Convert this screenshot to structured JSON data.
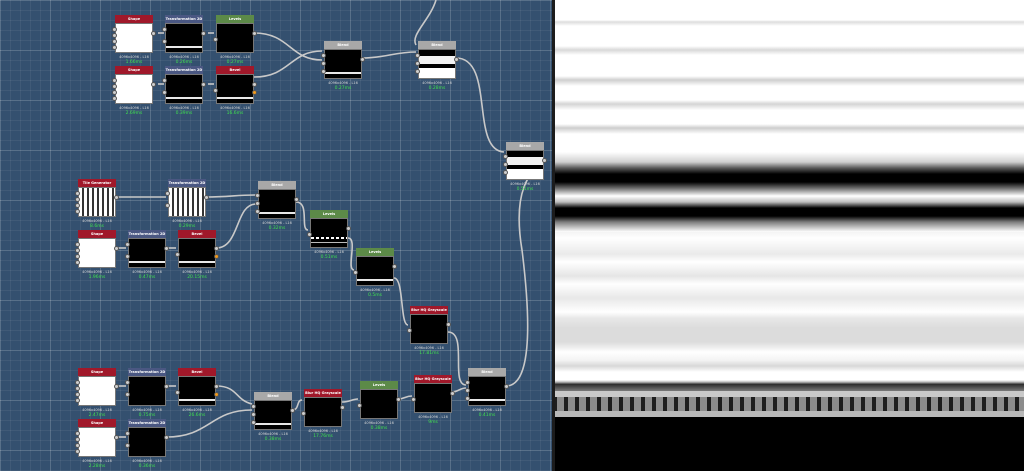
{
  "nodes": [
    {
      "id": "shape1",
      "title": "Shape",
      "res": "4096x4096 - L16",
      "time": "1.66ms",
      "color": "#a0182a",
      "thumb": "white"
    },
    {
      "id": "transform1",
      "title": "Transformation 2D",
      "res": "4096x4096 - L16",
      "time": "0.26ms",
      "color": "#4a5782",
      "thumb": "blackline"
    },
    {
      "id": "levels1",
      "title": "Levels",
      "res": "4096x4096 - L16",
      "time": "0.27ms",
      "color": "#5c8a48",
      "thumb": "black"
    },
    {
      "id": "shape2",
      "title": "Shape",
      "res": "4096x4096 - L16",
      "time": "2.69ms",
      "color": "#a0182a",
      "thumb": "white"
    },
    {
      "id": "transform2",
      "title": "Transformation 2D",
      "res": "4096x4096 - L16",
      "time": "0.39ms",
      "color": "#4a5782",
      "thumb": "blackline"
    },
    {
      "id": "bevel1",
      "title": "Bevel",
      "res": "4096x4096 - L16",
      "time": "16.6ms",
      "color": "#a0182a",
      "thumb": "blackline"
    },
    {
      "id": "blend1",
      "title": "Blend",
      "res": "4096x4096 - L16",
      "time": "0.27ms",
      "color": "#a8a8a8",
      "thumb": "blackline"
    },
    {
      "id": "blend2",
      "title": "Blend",
      "res": "4096x4096 - L16",
      "time": "0.28ms",
      "color": "#a8a8a8",
      "thumb": "whiteband"
    },
    {
      "id": "blend3",
      "title": "Blend",
      "res": "4096x4096 - L16",
      "time": "0.51ms",
      "color": "#a8a8a8",
      "thumb": "whiteband"
    },
    {
      "id": "tile1",
      "title": "Tile Generator",
      "res": "4096x4096 - L16",
      "time": "8.6ms",
      "color": "#a0182a",
      "thumb": "stripes"
    },
    {
      "id": "transform3",
      "title": "Transformation 2D",
      "res": "4096x4096 - L16",
      "time": "0.29ms",
      "color": "#4a5782",
      "thumb": "stripes"
    },
    {
      "id": "blend4",
      "title": "Blend",
      "res": "4096x4096 - L16",
      "time": "0.32ms",
      "color": "#a8a8a8",
      "thumb": "blackline"
    },
    {
      "id": "shape3",
      "title": "Shape",
      "res": "4096x4096 - L16",
      "time": "1.96ms",
      "color": "#a0182a",
      "thumb": "white"
    },
    {
      "id": "transform4",
      "title": "Transformation 2D",
      "res": "4096x4096 - L16",
      "time": "0.47ms",
      "color": "#4a5782",
      "thumb": "blackline"
    },
    {
      "id": "bevel2",
      "title": "Bevel",
      "res": "4096x4096 - L16",
      "time": "20.15ms",
      "color": "#a0182a",
      "thumb": "blackline"
    },
    {
      "id": "levels2",
      "title": "Levels",
      "res": "4096x4096 - L16",
      "time": "0.51ms",
      "color": "#5c8a48",
      "thumb": "dashes"
    },
    {
      "id": "levels3",
      "title": "Levels",
      "res": "4096x4096 - L16",
      "time": "0.5ms",
      "color": "#5c8a48",
      "thumb": "blackline"
    },
    {
      "id": "blur1",
      "title": "Blur HQ Grayscale",
      "res": "4096x4096 - L16",
      "time": "17.81ms",
      "color": "#a0182a",
      "thumb": "black"
    },
    {
      "id": "shape4",
      "title": "Shape",
      "res": "4096x4096 - L16",
      "time": "2.47ms",
      "color": "#a0182a",
      "thumb": "white"
    },
    {
      "id": "transform5",
      "title": "Transformation 2D",
      "res": "4096x4096 - L16",
      "time": "0.75ms",
      "color": "#4a5782",
      "thumb": "black"
    },
    {
      "id": "bevel3",
      "title": "Bevel",
      "res": "4096x4096 - L16",
      "time": "26.6ms",
      "color": "#a0182a",
      "thumb": "blackline"
    },
    {
      "id": "shape5",
      "title": "Shape",
      "res": "4096x4096 - L16",
      "time": "2.28ms",
      "color": "#a0182a",
      "thumb": "white"
    },
    {
      "id": "transform6",
      "title": "Transformation 2D",
      "res": "4096x4096 - L16",
      "time": "0.36ms",
      "color": "#4a5782",
      "thumb": "black"
    },
    {
      "id": "blend5",
      "title": "Blend",
      "res": "4096x4096 - L16",
      "time": "0.38ms",
      "color": "#a8a8a8",
      "thumb": "blackline"
    },
    {
      "id": "blur2",
      "title": "Blur HQ Grayscale",
      "res": "4096x4096 - L16",
      "time": "17.76ms",
      "color": "#a0182a",
      "thumb": "black"
    },
    {
      "id": "levels4",
      "title": "Levels",
      "res": "4096x4096 - L16",
      "time": "0.38ms",
      "color": "#5c8a48",
      "thumb": "black"
    },
    {
      "id": "blur3",
      "title": "Blur HQ Grayscale",
      "res": "4096x4096 - L16",
      "time": "9ms",
      "color": "#a0182a",
      "thumb": "black"
    },
    {
      "id": "blend6",
      "title": "Blend",
      "res": "4096x4096 - L16",
      "time": "0.41ms",
      "color": "#a8a8a8",
      "thumb": "blackline"
    }
  ]
}
